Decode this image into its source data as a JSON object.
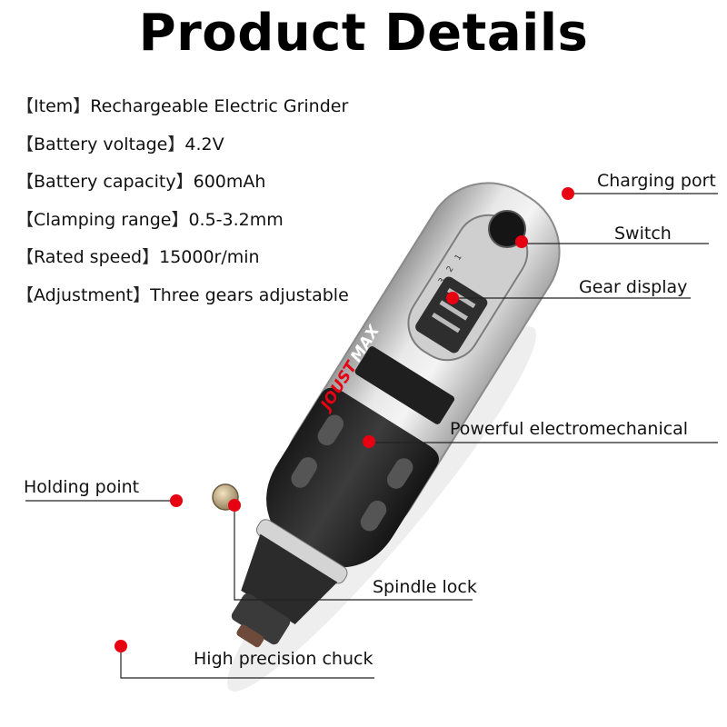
{
  "title": "Product Details",
  "specs": [
    {
      "key": "Item",
      "value": "Rechargeable Electric Grinder"
    },
    {
      "key": "Battery voltage",
      "value": "4.2V"
    },
    {
      "key": "Battery capacity",
      "value": "600mAh"
    },
    {
      "key": "Clamping range",
      "value": "0.5-3.2mm"
    },
    {
      "key": "Rated speed",
      "value": "15000r/min"
    },
    {
      "key": "Adjustment",
      "value": "Three gears adjustable"
    }
  ],
  "brackets": {
    "open": "【",
    "close": "】"
  },
  "brand": {
    "name_a": "JOUST",
    "name_b": "MAX"
  },
  "gear_marks": [
    "1",
    "2",
    "3"
  ],
  "callouts": {
    "charging_port": "Charging port",
    "switch": "Switch",
    "gear_display": "Gear display",
    "motor": "Powerful electromechanical",
    "holding_point": "Holding point",
    "spindle_lock": "Spindle lock",
    "chuck": "High precision chuck"
  },
  "colors": {
    "dot": "#e60012",
    "body": "#dcdcdc",
    "grip": "#2a2a2a",
    "line": "#222222"
  }
}
